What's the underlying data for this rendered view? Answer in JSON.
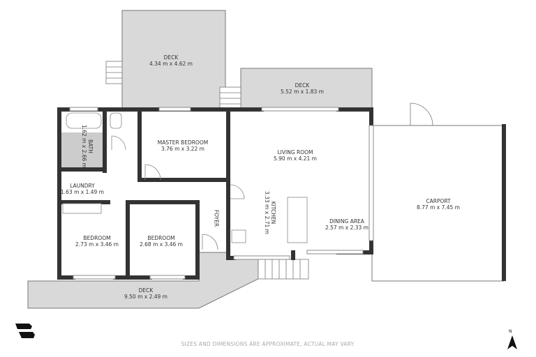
{
  "rooms": [
    {
      "id": "deck-top",
      "name": "DECK",
      "size": "4.34 m x 4.62 m"
    },
    {
      "id": "deck-rear",
      "name": "DECK",
      "size": "5.52 m x 1.83 m"
    },
    {
      "id": "master-bedroom",
      "name": "MASTER BEDROOM",
      "size": "3.76 m x 3.22 m"
    },
    {
      "id": "living-room",
      "name": "LIVING ROOM",
      "size": "5.90 m x 4.21 m"
    },
    {
      "id": "kitchen",
      "name": "KITCHEN",
      "size": "3.33 m x 2.71 m"
    },
    {
      "id": "dining-area",
      "name": "DINING AREA",
      "size": "2.57 m x 2.33 m"
    },
    {
      "id": "carport",
      "name": "CARPORT",
      "size": "8.77 m x 7.45 m"
    },
    {
      "id": "foyer",
      "name": "FOYER",
      "size": ""
    },
    {
      "id": "bath",
      "name": "BATH",
      "size": "1.62 m x 2.66 m"
    },
    {
      "id": "laundry",
      "name": "LAUNDRY",
      "size": "1.63 m x 1.49 m"
    },
    {
      "id": "bedroom-1",
      "name": "BEDROOM",
      "size": "2.73 m x 3.46 m"
    },
    {
      "id": "bedroom-2",
      "name": "BEDROOM",
      "size": "2.68 m x 3.46 m"
    },
    {
      "id": "deck-front",
      "name": "DECK",
      "size": "9.50 m x 2.49 m"
    }
  ],
  "disclaimer": "SIZES AND DIMENSIONS ARE APPROXIMATE, ACTUAL MAY VARY.",
  "north_label": "N",
  "colors": {
    "wall": "#333333",
    "deck": "#d9d9d9",
    "line": "#777777"
  }
}
